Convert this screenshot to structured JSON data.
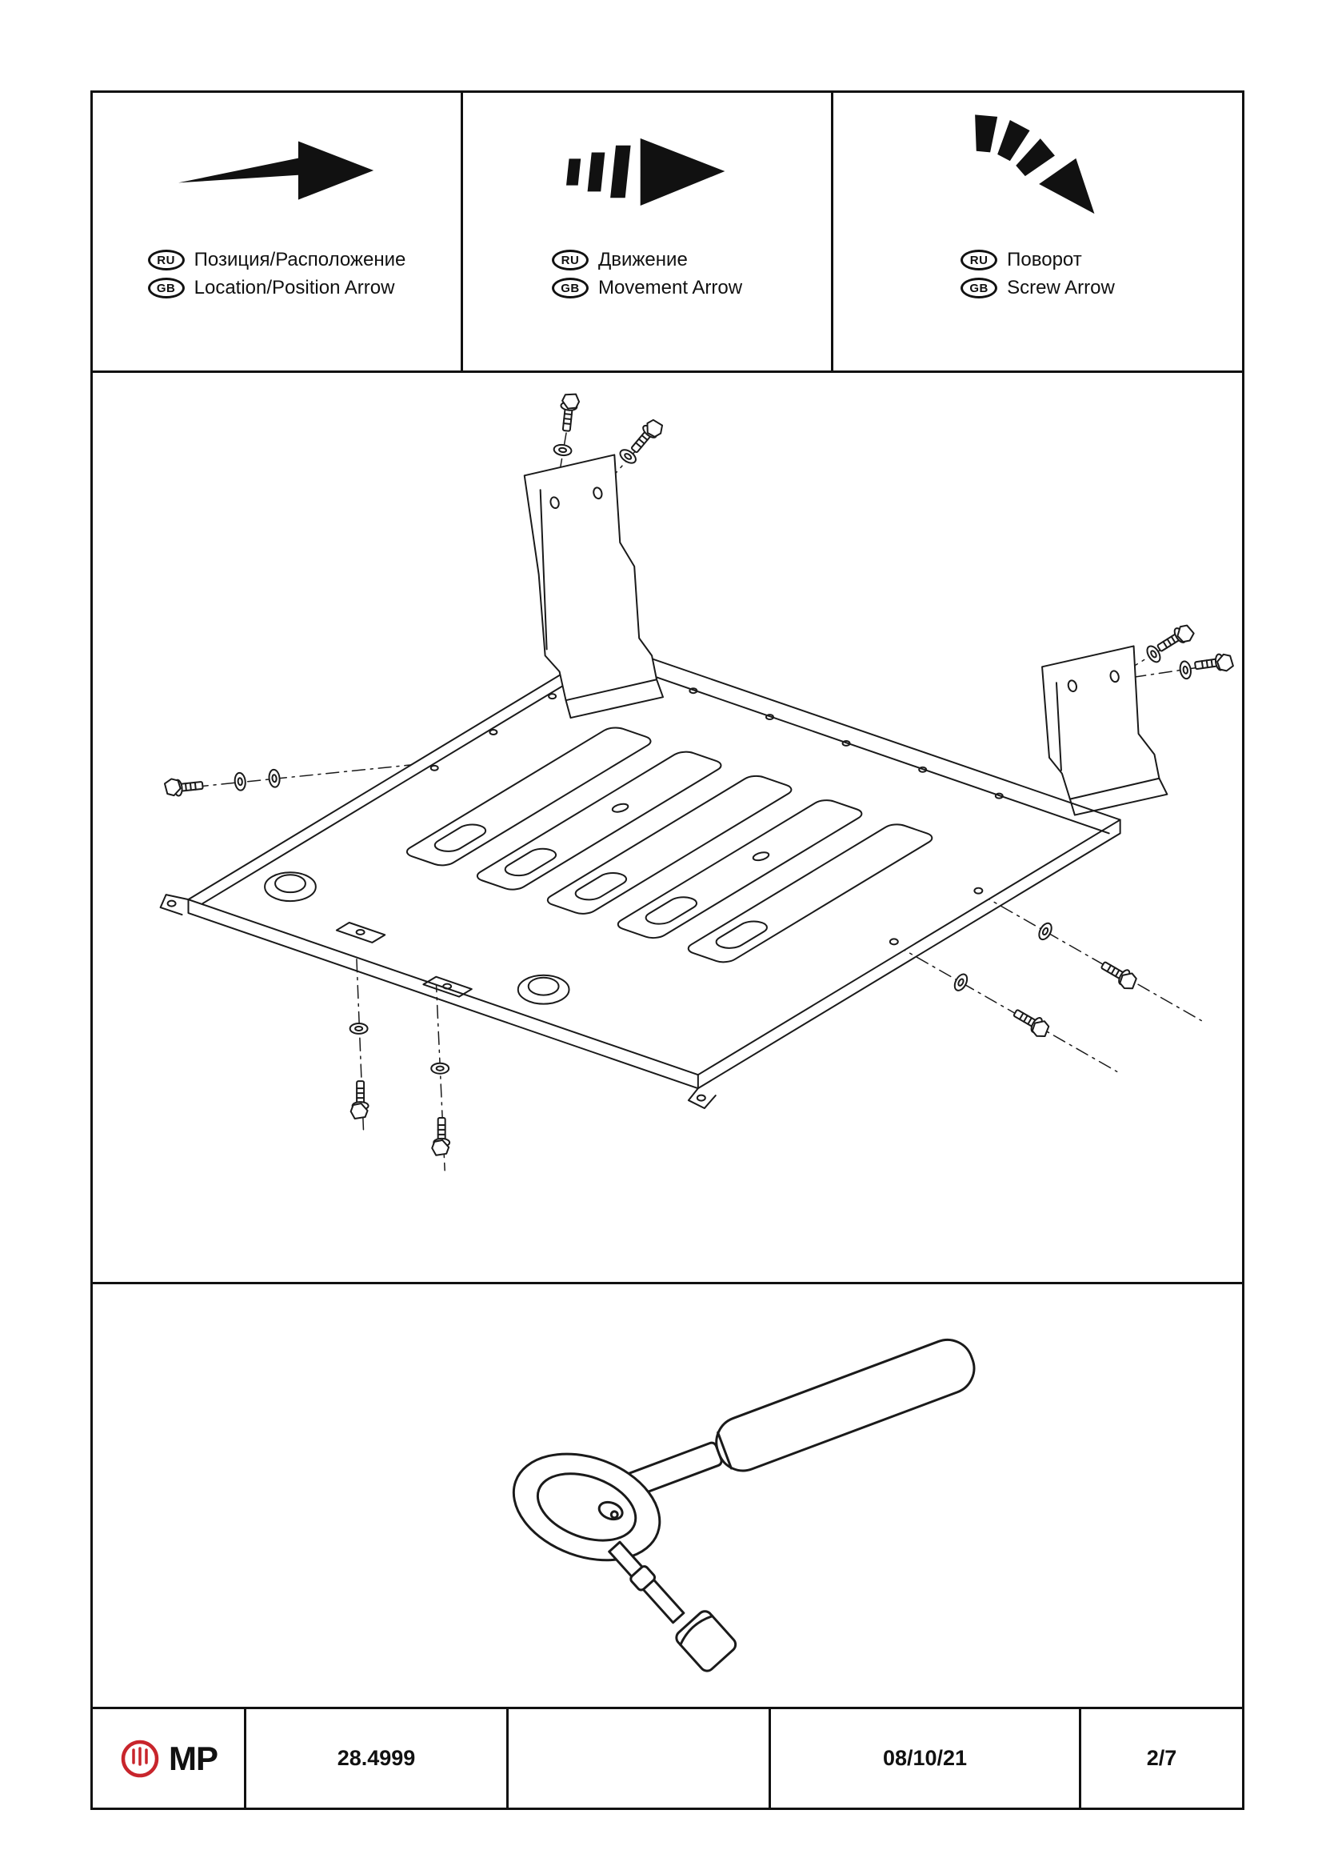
{
  "legend": {
    "items": [
      {
        "icon": "location-position-arrow-icon",
        "ru_badge": "RU",
        "gb_badge": "GB",
        "ru_label": "Позиция/Расположение",
        "gb_label": "Location/Position Arrow"
      },
      {
        "icon": "movement-arrow-icon",
        "ru_badge": "RU",
        "gb_badge": "GB",
        "ru_label": "Движение",
        "gb_label": "Movement Arrow"
      },
      {
        "icon": "screw-arrow-icon",
        "ru_badge": "RU",
        "gb_badge": "GB",
        "ru_label": "Поворот",
        "gb_label": "Screw Arrow"
      }
    ]
  },
  "footer": {
    "logo_text": "MP",
    "part_number": "28.4999",
    "date": "08/10/21",
    "page_indicator": "2/7"
  },
  "colors": {
    "ink": "#111111",
    "logo_red": "#c8252c"
  }
}
